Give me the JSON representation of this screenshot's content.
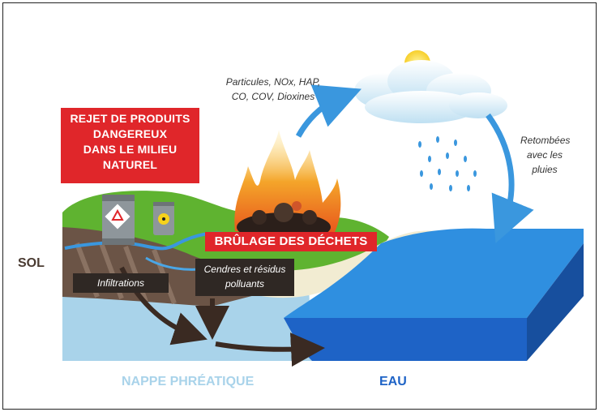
{
  "labels": {
    "rejet": [
      "REJET DE PRODUITS",
      "DANGEREUX",
      "DANS LE MILIEU",
      "NATUREL"
    ],
    "brulage": "BRÛLAGE DES DÉCHETS",
    "pollutants": [
      "Particules, NOx, HAP,",
      "CO, COV, Dioxines"
    ],
    "retombees": [
      "Retombées",
      "avec les",
      "pluies"
    ],
    "infiltrations": "Infiltrations",
    "cendres": [
      "Cendres et résidus",
      "polluants"
    ],
    "sol": "SOL",
    "nappe": "NAPPE PHRÉATIQUE",
    "eau": "EAU"
  },
  "colors": {
    "red": "#e0262a",
    "grass": "#5fb330",
    "soil": "#6b5446",
    "groundwater": "#a9d3ea",
    "sea_top": "#2f8fe0",
    "sea_side": "#1e63c6",
    "arrow_blue": "#3a97de",
    "arrow_dark": "#3a2a22",
    "sand": "#f2ecd2"
  },
  "icons": [
    "hazard-barrel-icon",
    "radioactive-barrel-icon",
    "sun-icon",
    "cloud-icon",
    "rain-drop-icon",
    "fire-icon"
  ]
}
